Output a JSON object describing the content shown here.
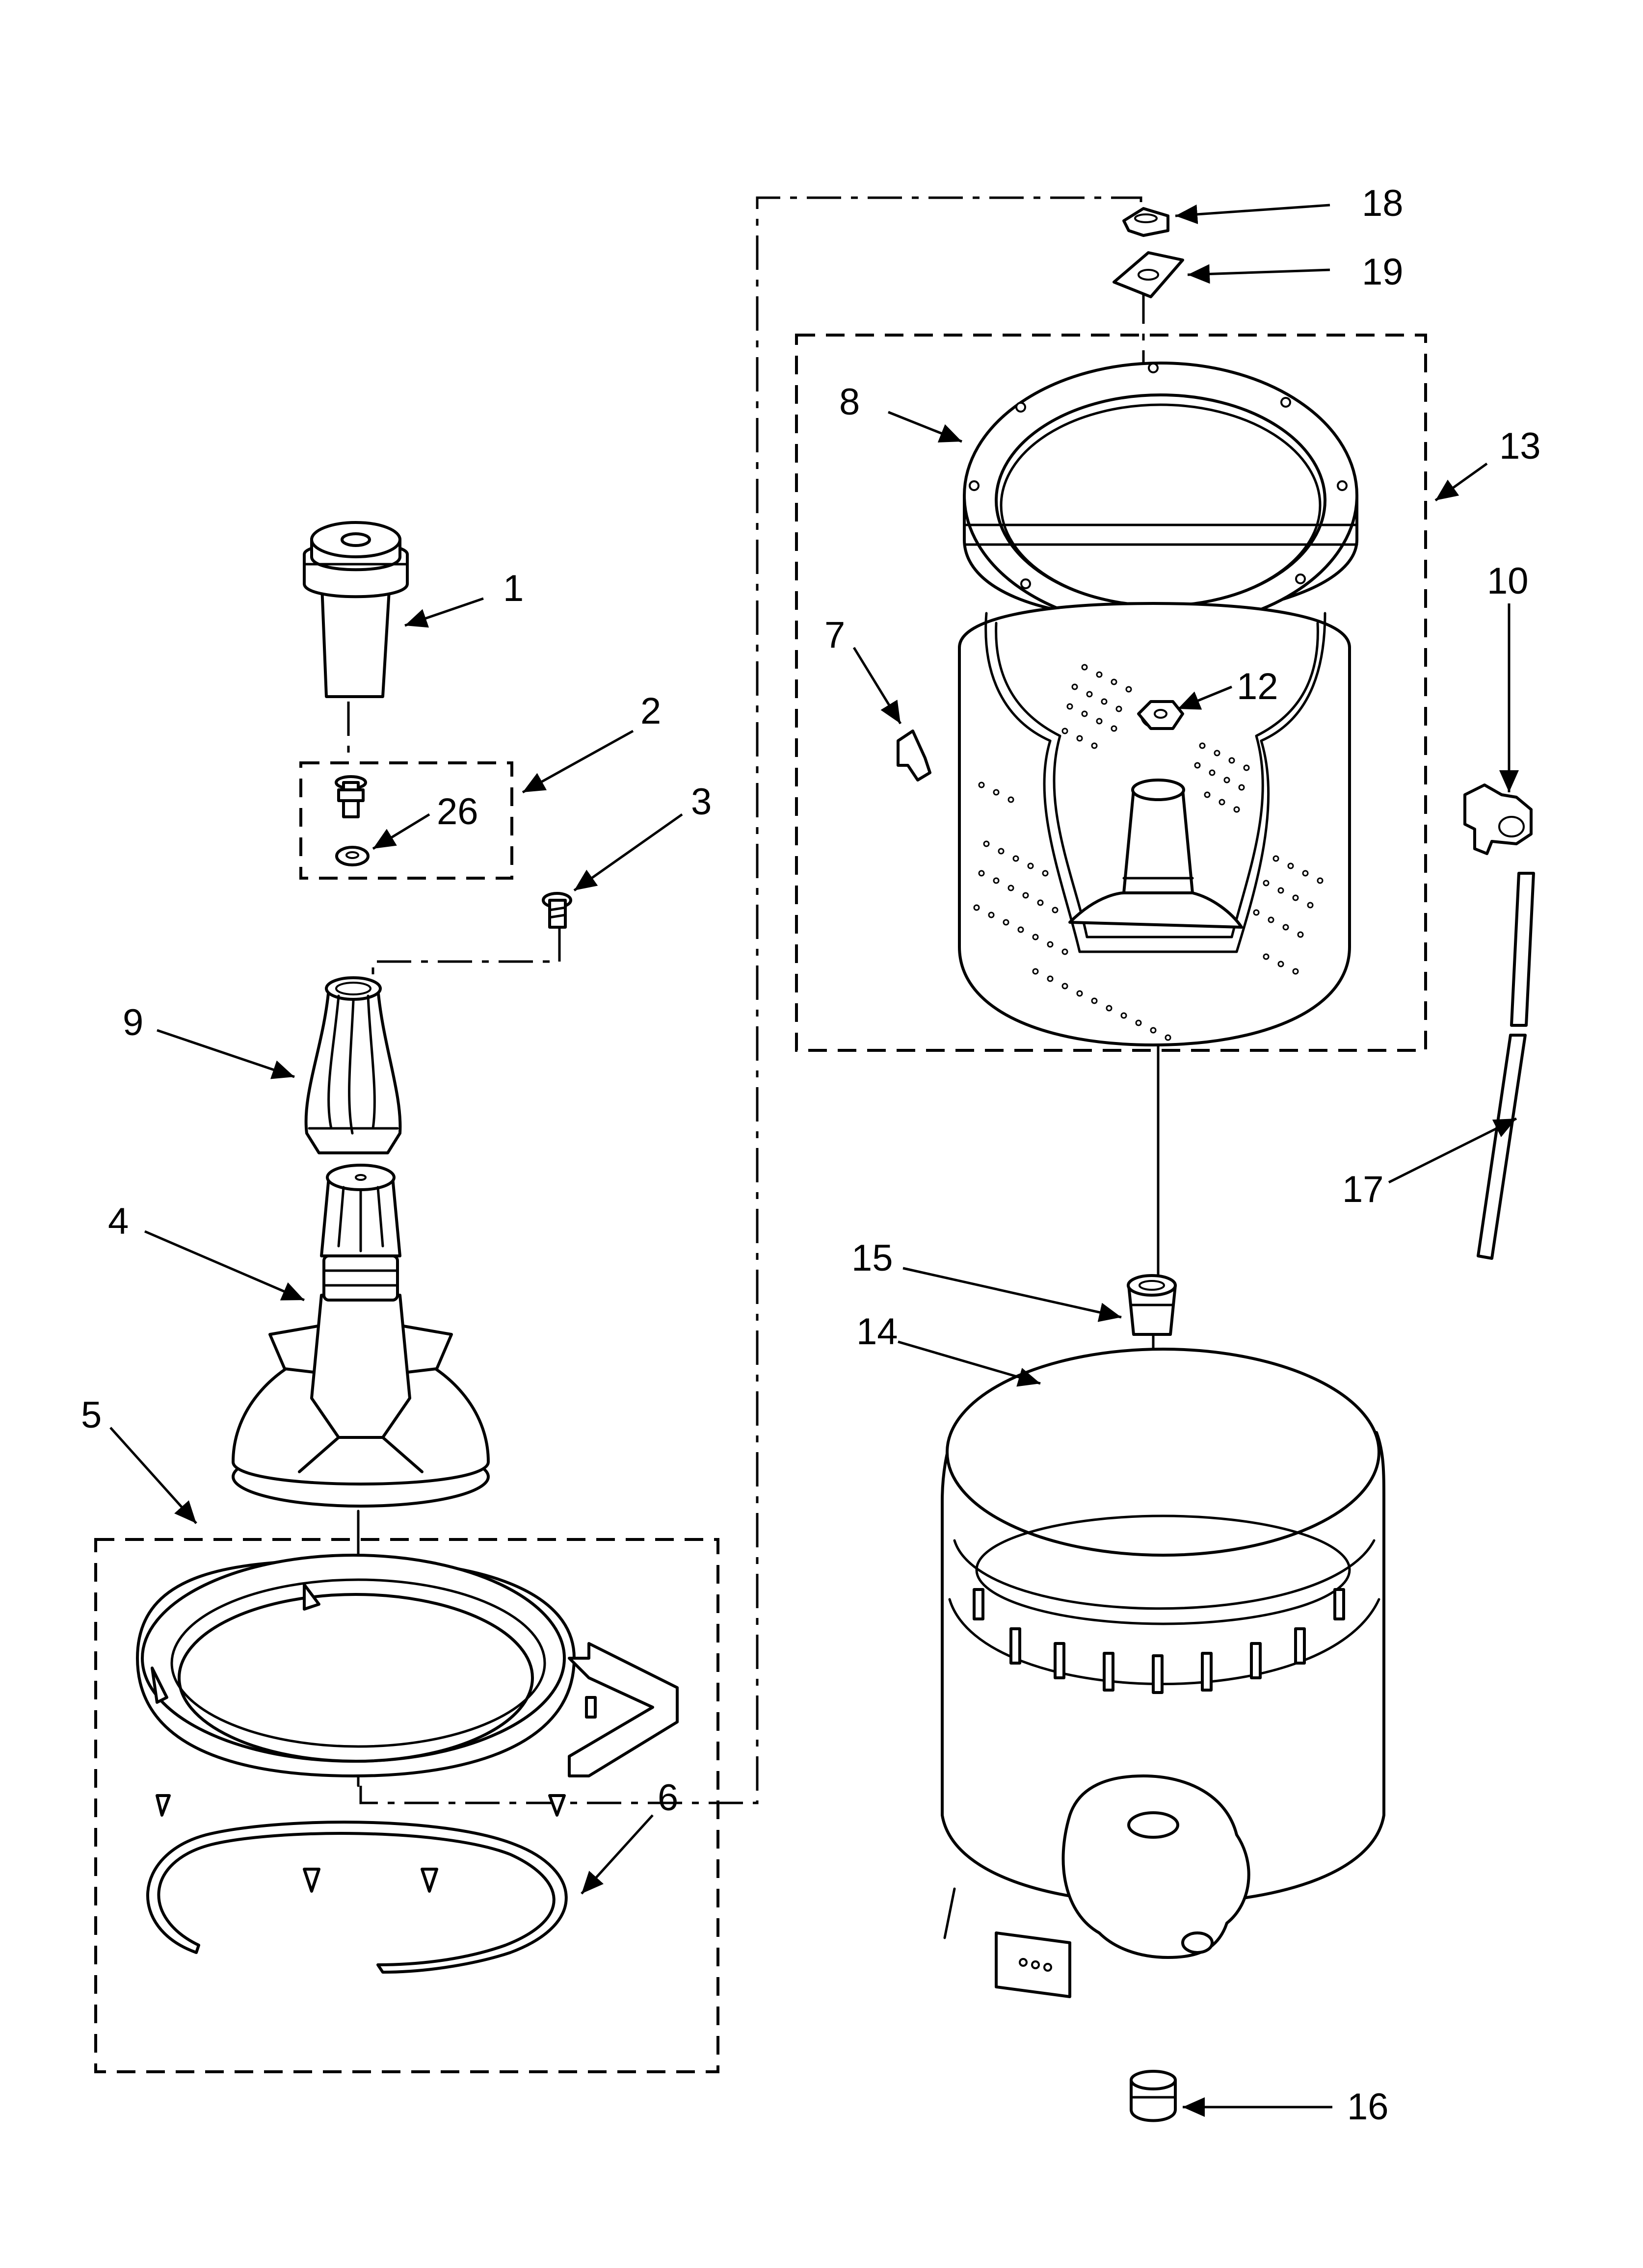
{
  "callouts": {
    "c1": "1",
    "c2": "2",
    "c3": "3",
    "c4": "4",
    "c5": "5",
    "c6": "6",
    "c7": "7",
    "c8": "8",
    "c9": "9",
    "c10": "10",
    "c12": "12",
    "c13": "13",
    "c14": "14",
    "c15": "15",
    "c16": "16",
    "c17": "17",
    "c18": "18",
    "c19": "19",
    "c26": "26"
  },
  "colors": {
    "line": "#000000",
    "background": "#ffffff"
  }
}
